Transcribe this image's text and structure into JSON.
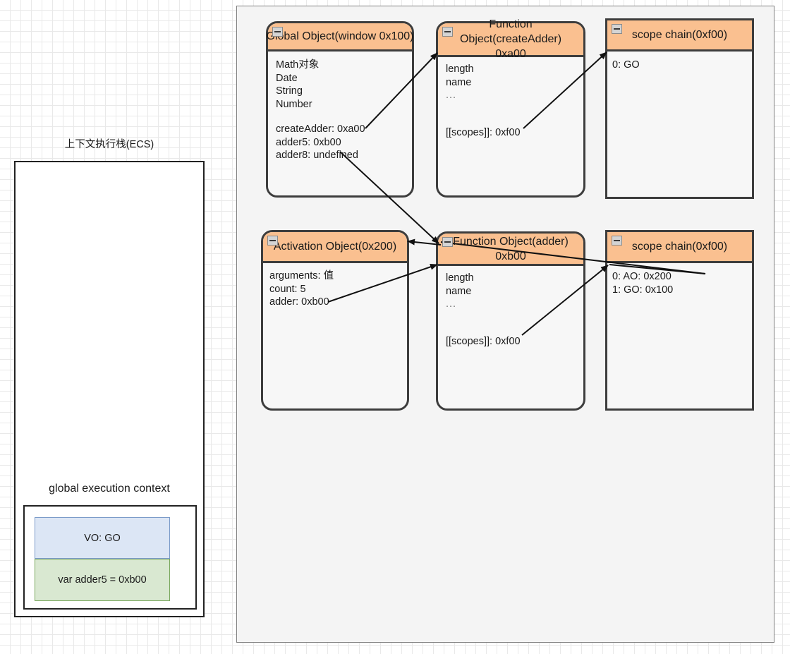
{
  "colors": {
    "header_orange": "#fac090",
    "card_body": "#f7f7f7",
    "border_dark": "#3d3d3d",
    "panel_bg": "#f4f4f4",
    "vo_blue": "#dce6f5",
    "var_green": "#d9e8d1"
  },
  "left_panel": {
    "ecs_title": "上下文执行栈(ECS)",
    "global_context_label": "global execution context",
    "vo_row": "VO: GO",
    "var_row": "var adder5 = 0xb00"
  },
  "cards": {
    "global_object": {
      "title": "Global Object(window 0x100)",
      "collapse_icon": "collapse-minus-icon",
      "lines": [
        "Math对象",
        "Date",
        "String",
        "Number",
        "",
        "createAdder: 0xa00",
        "adder5: 0xb00",
        "adder8: undefined"
      ]
    },
    "function_object_createadder": {
      "title_line1": "Function Object(createAdder)",
      "title_line2": "0xa00",
      "collapse_icon": "collapse-minus-icon",
      "lines": [
        "length",
        "name",
        "...",
        "",
        "",
        "[[scopes]]: 0xf00"
      ]
    },
    "scope_chain_top": {
      "title": "scope chain(0xf00)",
      "collapse_icon": "collapse-minus-icon",
      "lines": [
        "0: GO"
      ]
    },
    "activation_object": {
      "title": "Activation Object(0x200)",
      "collapse_icon": "collapse-minus-icon",
      "lines": [
        "arguments: 值",
        "count: 5",
        "adder: 0xb00"
      ]
    },
    "function_object_adder": {
      "title_line1": "Function Object(adder)",
      "title_line2": "0xb00",
      "collapse_icon": "collapse-minus-icon",
      "lines": [
        "length",
        "name",
        "...",
        "",
        "",
        "[[scopes]]: 0xf00"
      ]
    },
    "scope_chain_bottom": {
      "title": "scope chain(0xf00)",
      "collapse_icon": "collapse-minus-icon",
      "lines": [
        "0: AO: 0x200",
        "1: GO: 0x100"
      ]
    }
  }
}
